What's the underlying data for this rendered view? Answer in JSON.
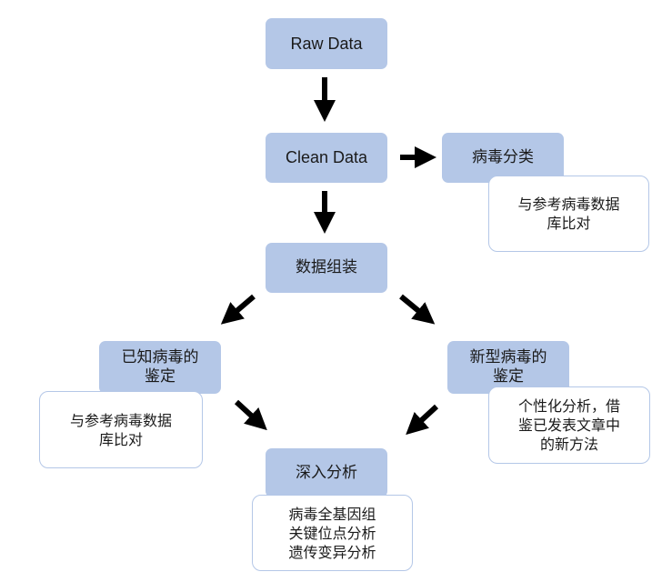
{
  "nodes": {
    "raw_data": "Raw Data",
    "clean_data": "Clean Data",
    "virus_classification": "病毒分类",
    "data_assembly": "数据组装",
    "known_virus": "已知病毒的\n鉴定",
    "novel_virus": "新型病毒的\n鉴定",
    "deep_analysis": "深入分析"
  },
  "notes": {
    "classification_note": "与参考病毒数据\n库比对",
    "known_virus_note": "与参考病毒数据\n库比对",
    "novel_virus_note": "个性化分析，借\n鉴已发表文章中\n的新方法",
    "deep_analysis_note": "病毒全基因组\n关键位点分析\n遗传变异分析"
  },
  "colors": {
    "box_fill": "#b4c7e7",
    "note_border": "#b4c7e7",
    "arrow": "#000000"
  }
}
